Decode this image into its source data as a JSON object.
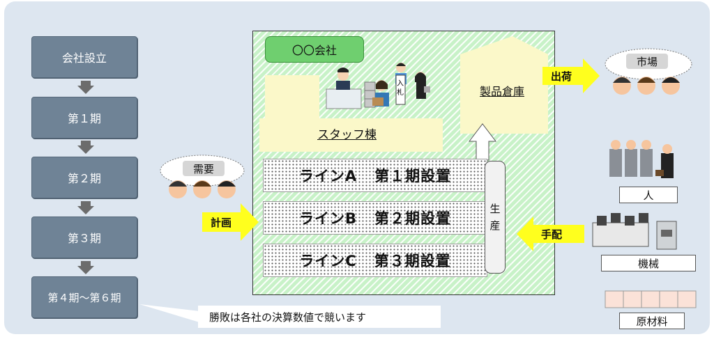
{
  "phases": [
    "会社設立",
    "第１期",
    "第２期",
    "第３期",
    "第４期～第６期"
  ],
  "company": {
    "name": "〇〇会社",
    "staff_building": "スタッフ棟",
    "warehouse": "製品倉庫",
    "production": [
      "生",
      "産"
    ],
    "bid_sign": "入札"
  },
  "lines": [
    {
      "name": "ラインA",
      "setup": "第１期設置"
    },
    {
      "name": "ラインB",
      "setup": "第２期設置"
    },
    {
      "name": "ラインC",
      "setup": "第３期設置"
    }
  ],
  "demand": {
    "label": "需要",
    "arrow": "計画"
  },
  "market": {
    "label": "市場",
    "arrow": "出荷"
  },
  "procure": {
    "arrow": "手配",
    "people": "人",
    "machines": "機械",
    "materials": "原材料"
  },
  "note": "勝敗は各社の決算数値で競います",
  "colors": {
    "phase": "#6f8396",
    "company_bg": "#c8f2c8",
    "arrow": "#ffff1e",
    "staff": "#fbf8c9"
  }
}
